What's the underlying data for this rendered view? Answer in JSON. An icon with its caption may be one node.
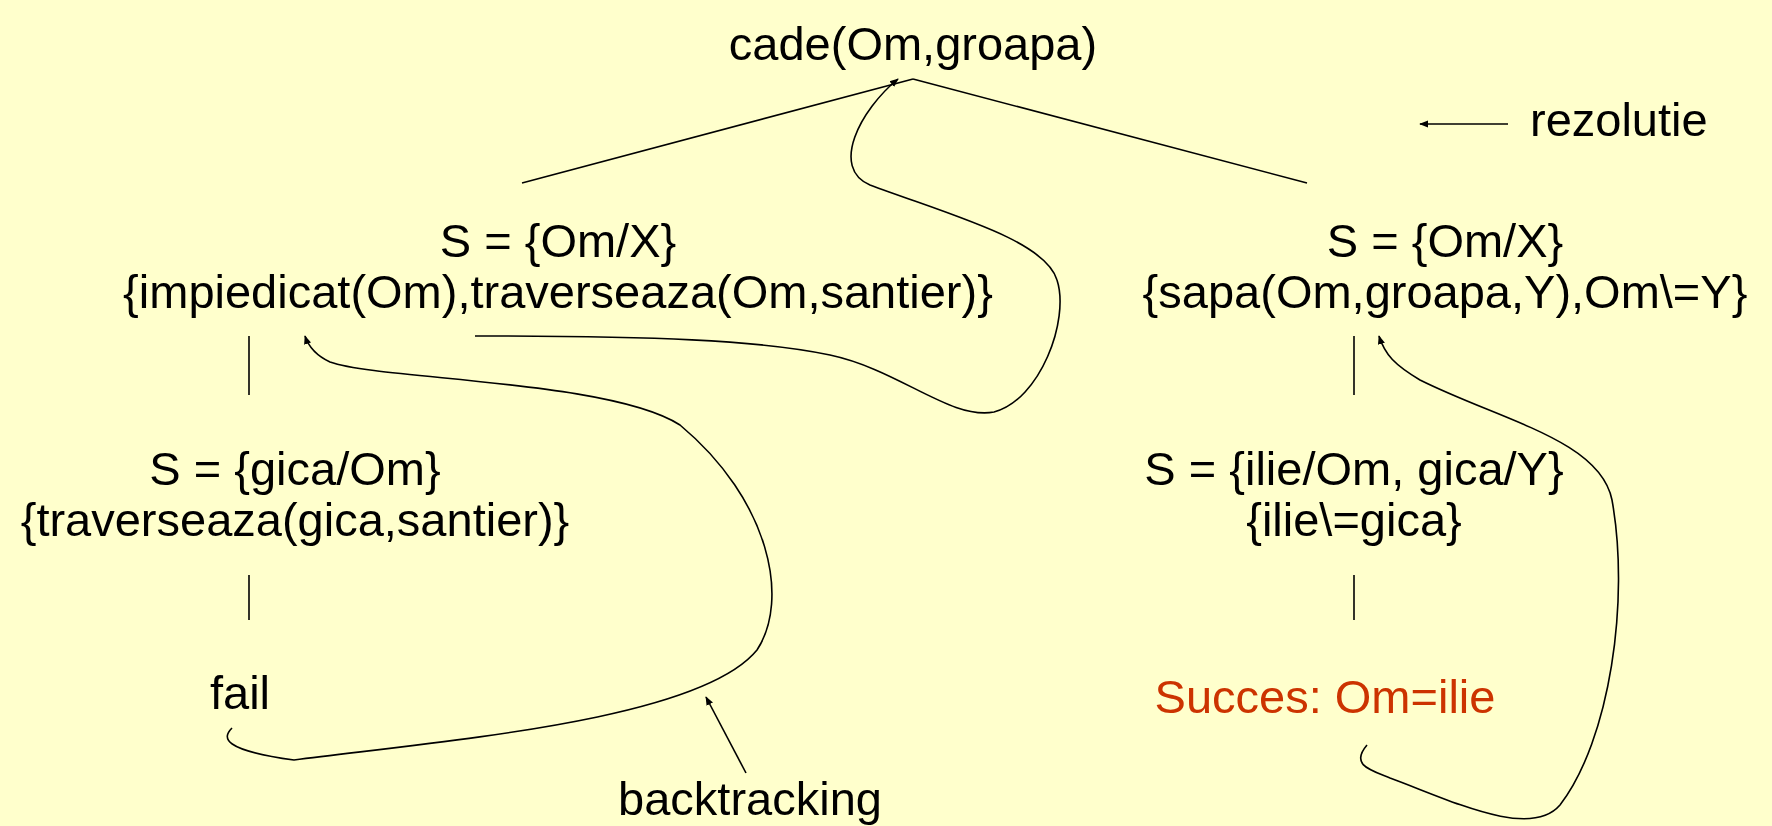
{
  "diagram": {
    "nodes": [
      {
        "text": [
          "cade(Om,groapa)"
        ]
      },
      {
        "text": [
          "S = {Om/X}",
          "{impiedicat(Om),traverseaza(Om,santier)}"
        ]
      },
      {
        "text": [
          "S = {Om/X}",
          "{sapa(Om,groapa,Y),Om\\=Y}"
        ]
      },
      {
        "text": [
          "S = {gica/Om}",
          "{traverseaza(gica,santier)}"
        ]
      },
      {
        "text": [
          "S = {ilie/Om, gica/Y}",
          "{ilie\\=gica}"
        ]
      },
      {
        "text": [
          "fail"
        ]
      },
      {
        "text": [
          "Succes: Om=ilie"
        ]
      },
      {
        "text": [
          "backtracking"
        ]
      }
    ],
    "edges": [
      {
        "from": 0,
        "to": 1,
        "arrow": "none"
      },
      {
        "from": 0,
        "to": 2,
        "arrow": "none"
      },
      {
        "from": 1,
        "to": 3,
        "arrow": "none"
      },
      {
        "from": 3,
        "to": 5,
        "arrow": "none"
      },
      {
        "from": 2,
        "to": 4,
        "arrow": "none"
      },
      {
        "from": 4,
        "to": 6,
        "arrow": "none"
      },
      {
        "from": 1,
        "to": 0,
        "arrow": "to"
      },
      {
        "from": 5,
        "to": 1,
        "arrow": "to"
      },
      {
        "from": 6,
        "to": 2,
        "arrow": "to"
      },
      {
        "from": 7,
        "to": null,
        "arrow": "to"
      }
    ],
    "labels": [
      "rezolutie"
    ]
  }
}
